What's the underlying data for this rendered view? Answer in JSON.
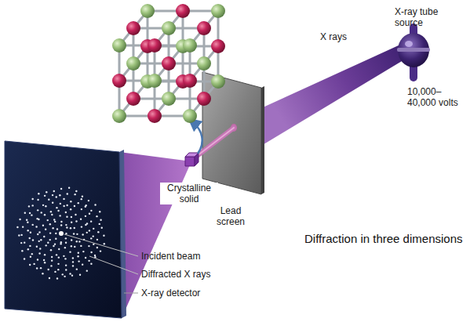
{
  "diagram": {
    "caption": "Diffraction in three dimensions",
    "labels": [
      "X-ray tube source",
      "X rays",
      "10,000–40,000 volts",
      "Lead screen",
      "Crystalline solid",
      "Incident beam",
      "Diffracted X rays",
      "X-ray detector"
    ]
  }
}
